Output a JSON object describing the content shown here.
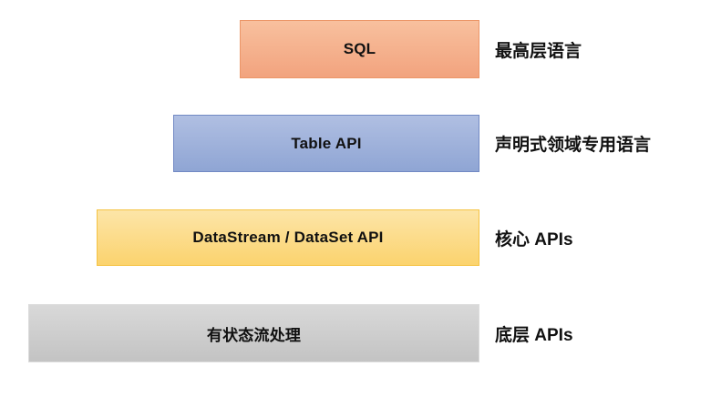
{
  "diagram": {
    "type": "layered-stack",
    "layers": [
      {
        "label": "SQL",
        "annotation": "最高层语言",
        "fill_top": "#f8c09e",
        "fill_bottom": "#f2a37e",
        "border": "#ec9668"
      },
      {
        "label": "Table API",
        "annotation": "声明式领域专用语言",
        "fill_top": "#b0bfe2",
        "fill_bottom": "#8fa5d4",
        "border": "#7289c4"
      },
      {
        "label": "DataStream / DataSet API",
        "annotation": "核心 APIs",
        "fill_top": "#fce5a8",
        "fill_bottom": "#fbd36e",
        "border": "#f5c242"
      },
      {
        "label": "有状态流处理",
        "annotation": "底层 APIs",
        "fill_top": "#d9d9d9",
        "fill_bottom": "#c3c3c3",
        "border": "#dcdcdc"
      }
    ]
  }
}
